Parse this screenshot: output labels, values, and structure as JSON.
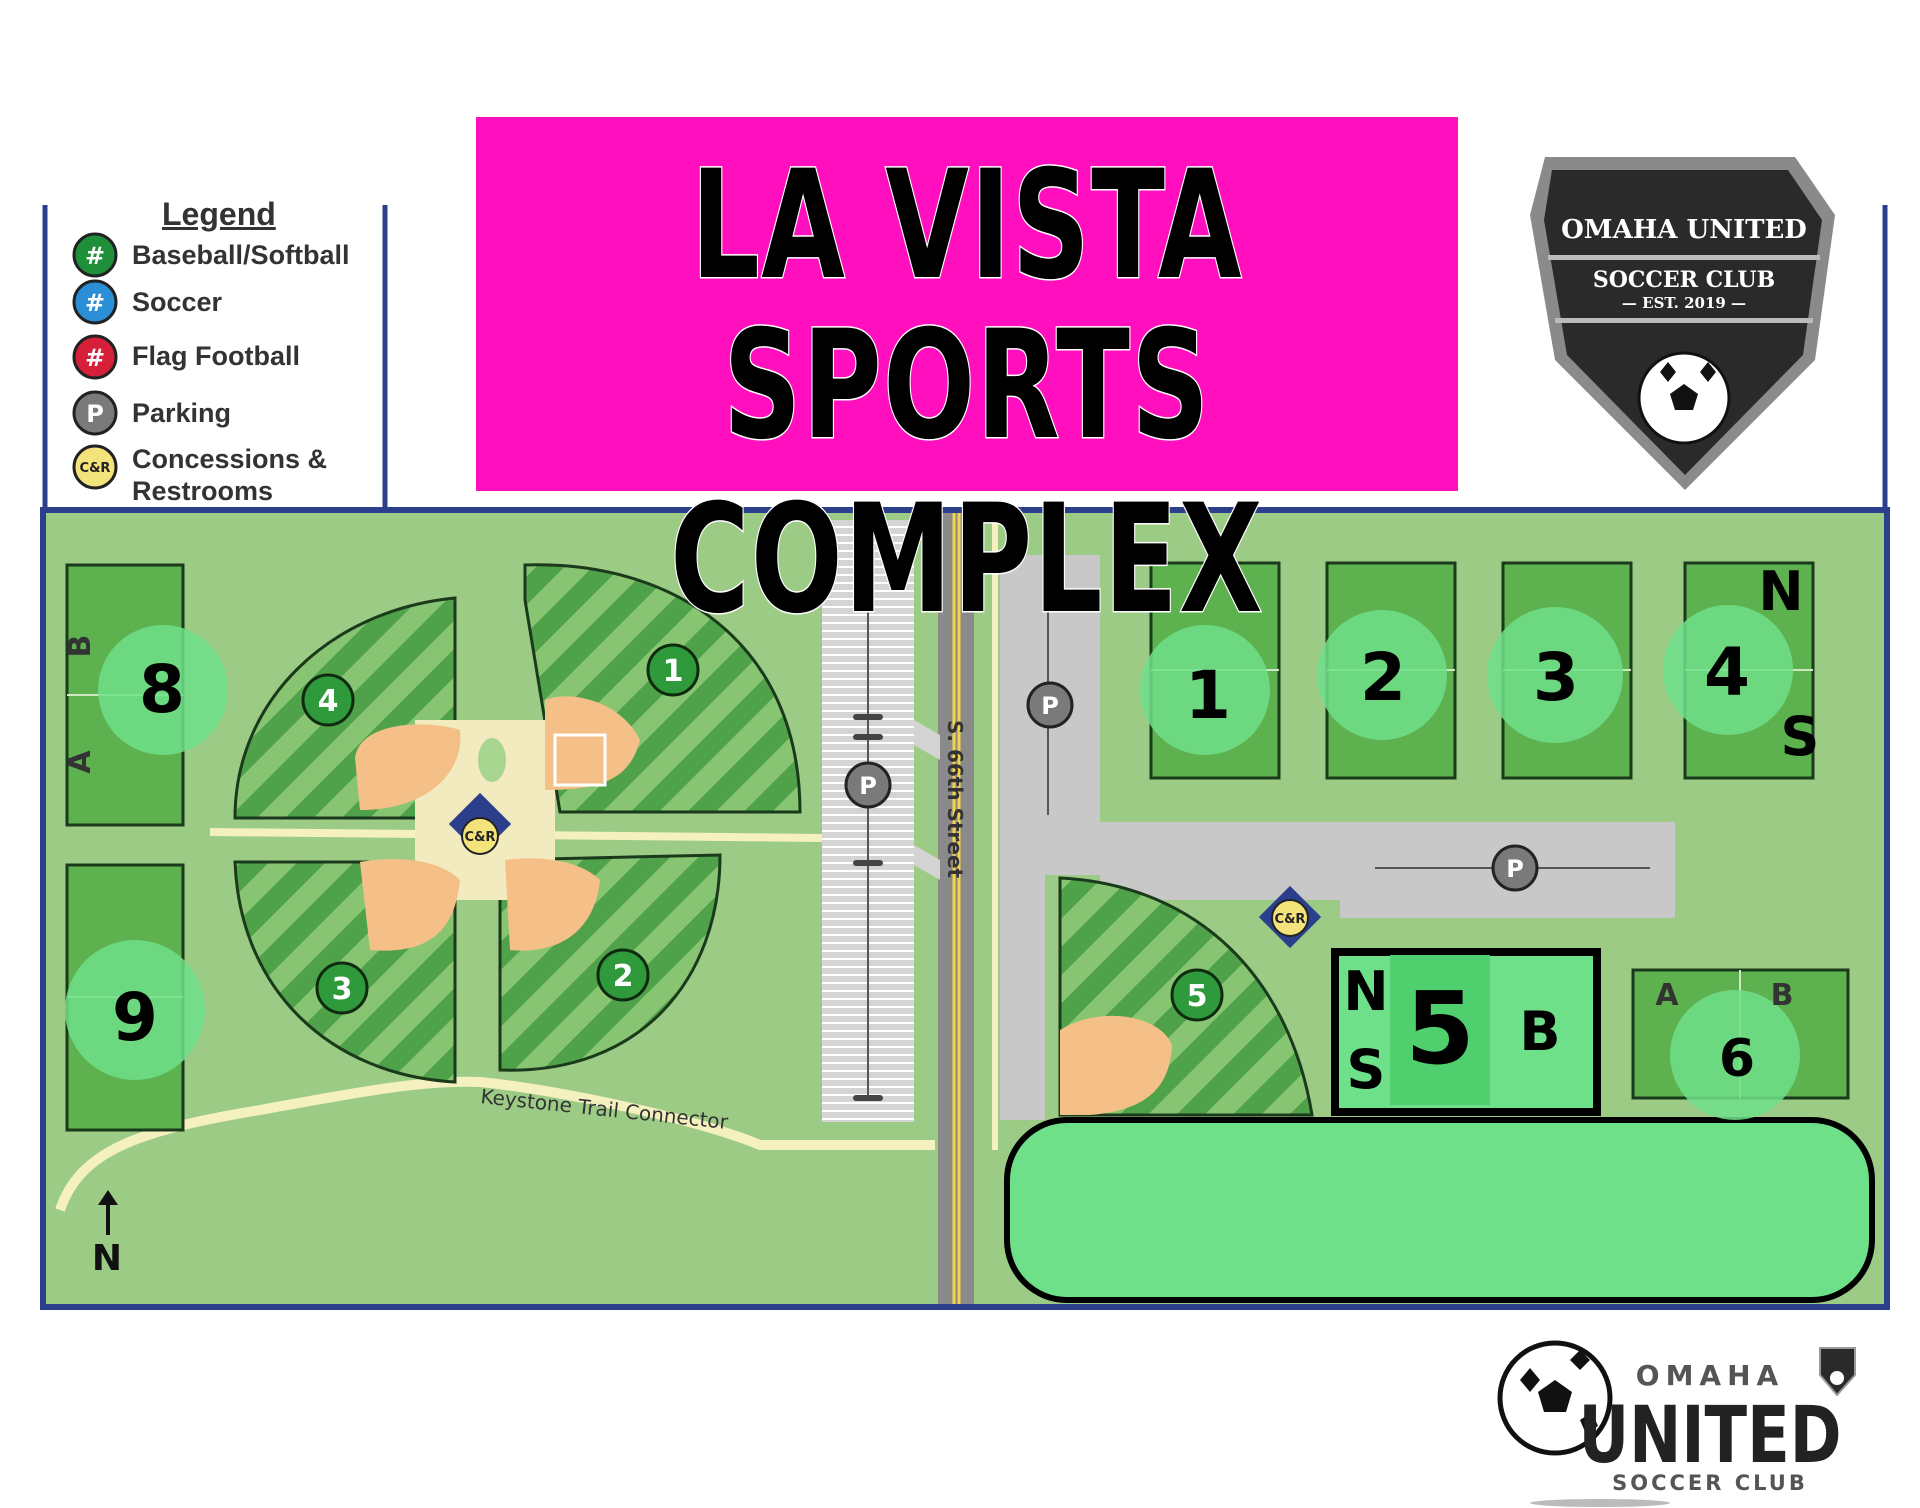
{
  "title": {
    "line1": "LA VISTA",
    "line2": "SPORTS COMPLEX"
  },
  "legend": {
    "title": "Legend",
    "items": [
      {
        "symbol": "#",
        "label": "Baseball/Softball",
        "color": "#1f8f3a"
      },
      {
        "symbol": "#",
        "label": "Soccer",
        "color": "#2a8fd6"
      },
      {
        "symbol": "#",
        "label": "Flag Football",
        "color": "#d6203a"
      },
      {
        "symbol": "P",
        "label": "Parking",
        "color": "#7a7a7a"
      },
      {
        "symbol": "C&R",
        "label": "Concessions &",
        "label2": "Restrooms",
        "color": "#f4e37a"
      }
    ]
  },
  "badge": {
    "name": "OMAHA UNITED",
    "sub": "SOCCER CLUB",
    "est": "— EST. 2019 —"
  },
  "street_label": "S. 66th Street",
  "trail_label": "Keystone Trail Connector",
  "north_label": "N",
  "parking_symbol": "P",
  "concessions_symbol": "C&R",
  "baseball_fields": [
    "1",
    "2",
    "3",
    "4",
    "5"
  ],
  "soccer_fields": {
    "f1": "1",
    "f2": "2",
    "f3": "3",
    "f4": "4",
    "f5": "5",
    "f6": "6",
    "f8": "8",
    "f9": "9"
  },
  "field_markers": {
    "f4_n": "N",
    "f4_s": "S",
    "f5_n": "N",
    "f5_s": "S",
    "f5_b": "B",
    "f6_a": "A",
    "f6_b": "B",
    "f8_a": "A",
    "f8_b": "B"
  },
  "footer_logo": {
    "top": "OMAHA",
    "main": "UNITED",
    "bottom": "SOCCER CLUB"
  },
  "colors": {
    "title_bg": "#ff0fbd",
    "grass": "#9ccb86",
    "field_green": "#4fa24a",
    "infield": "#f4c088",
    "road": "#c8c8c8",
    "highlight": "#6fe08a",
    "border": "#2b3f8c"
  }
}
